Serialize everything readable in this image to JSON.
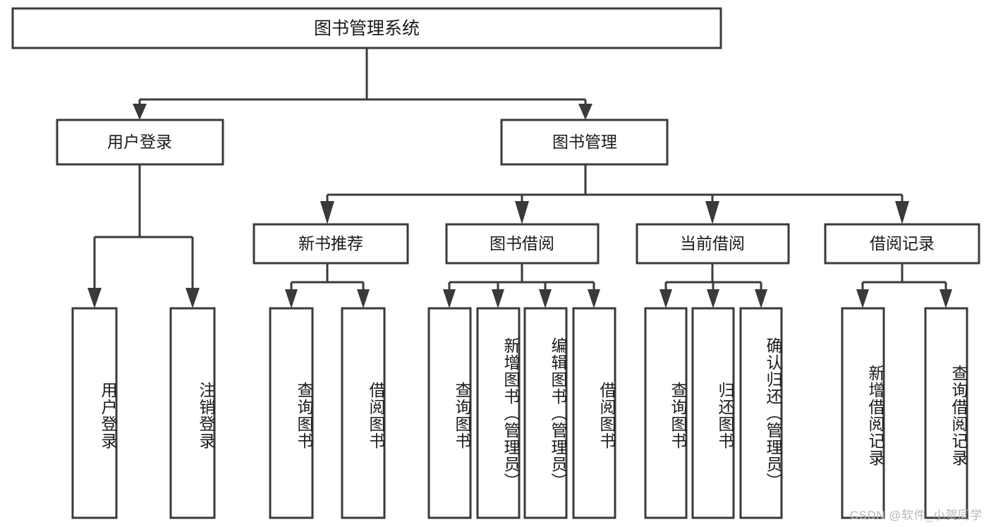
{
  "diagram": {
    "title": "图书管理系统",
    "type": "tree-hierarchy",
    "watermark": "CSDN @软件_小贺同学",
    "style": {
      "box_fill": "#ffffff",
      "box_stroke": "#3a3a3a",
      "text_color": "#1a1a1a",
      "watermark_color": "#b9b9b9",
      "background": "#ffffff"
    }
  },
  "nodes": {
    "root": {
      "label": "图书管理系统",
      "level": 0
    },
    "level1": [
      {
        "id": "user-login",
        "label": "用户登录"
      },
      {
        "id": "book-management",
        "label": "图书管理"
      }
    ],
    "level2": [
      {
        "id": "new-book-recommend",
        "label": "新书推荐",
        "parent": "book-management"
      },
      {
        "id": "book-borrow",
        "label": "图书借阅",
        "parent": "book-management"
      },
      {
        "id": "current-borrow",
        "label": "当前借阅",
        "parent": "book-management"
      },
      {
        "id": "borrow-record",
        "label": "借阅记录",
        "parent": "book-management"
      }
    ],
    "leaves": {
      "user-login": [
        {
          "id": "leaf-user-login",
          "label": "用户登录"
        },
        {
          "id": "leaf-user-logout",
          "label": "注销登录"
        }
      ],
      "new-book-recommend": [
        {
          "id": "leaf-query-book-1",
          "label": "查询图书"
        },
        {
          "id": "leaf-borrow-book-1",
          "label": "借阅图书"
        }
      ],
      "book-borrow": [
        {
          "id": "leaf-query-book-2",
          "label": "查询图书"
        },
        {
          "id": "leaf-add-book",
          "label": "新增图书（管理员）"
        },
        {
          "id": "leaf-edit-book",
          "label": "编辑图书（管理员）"
        },
        {
          "id": "leaf-borrow-book-2",
          "label": "借阅图书"
        }
      ],
      "current-borrow": [
        {
          "id": "leaf-query-book-3",
          "label": "查询图书"
        },
        {
          "id": "leaf-return-book",
          "label": "归还图书"
        },
        {
          "id": "leaf-confirm-return",
          "label": "确认归还（管理员）"
        }
      ],
      "borrow-record": [
        {
          "id": "leaf-add-record",
          "label": "新增借阅记录"
        },
        {
          "id": "leaf-query-record",
          "label": "查询借阅记录"
        }
      ]
    }
  }
}
